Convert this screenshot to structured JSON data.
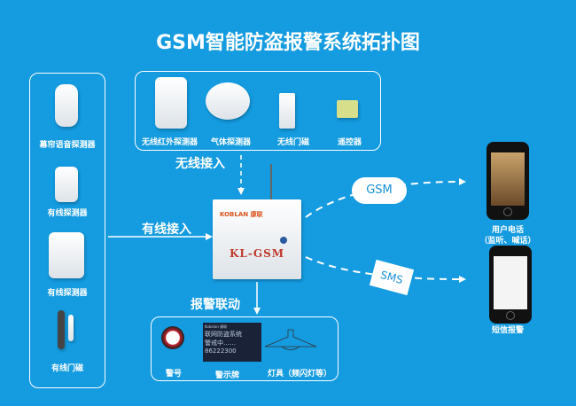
{
  "title": "GSM智能防盗报警系统拓扑图",
  "wired_devices": [
    "幕帘语音探测器",
    "有线探测器",
    "有线探测器",
    "有线门磁"
  ],
  "wireless_devices": [
    "无线红外探测器",
    "气体探测器",
    "无线门磁",
    "遥控器"
  ],
  "wireless_access": "无线接入",
  "wired_access": "有线接入",
  "controller": {
    "brand": "KOBLAN 康联",
    "model": "KL-GSM"
  },
  "alarm_link": "报警联动",
  "outputs": {
    "siren": "警号",
    "sign": "警示牌",
    "sign_lines": [
      "Kobelan 康联",
      "联网防盗系统",
      "警戒中……",
      "86222300"
    ],
    "lamp": "灯具（频闪灯等）"
  },
  "gsm": "GSM",
  "sms": "SMS",
  "phone_call": [
    "用户电话",
    "（监听、喊话）"
  ],
  "sms_alarm": "短信报警"
}
